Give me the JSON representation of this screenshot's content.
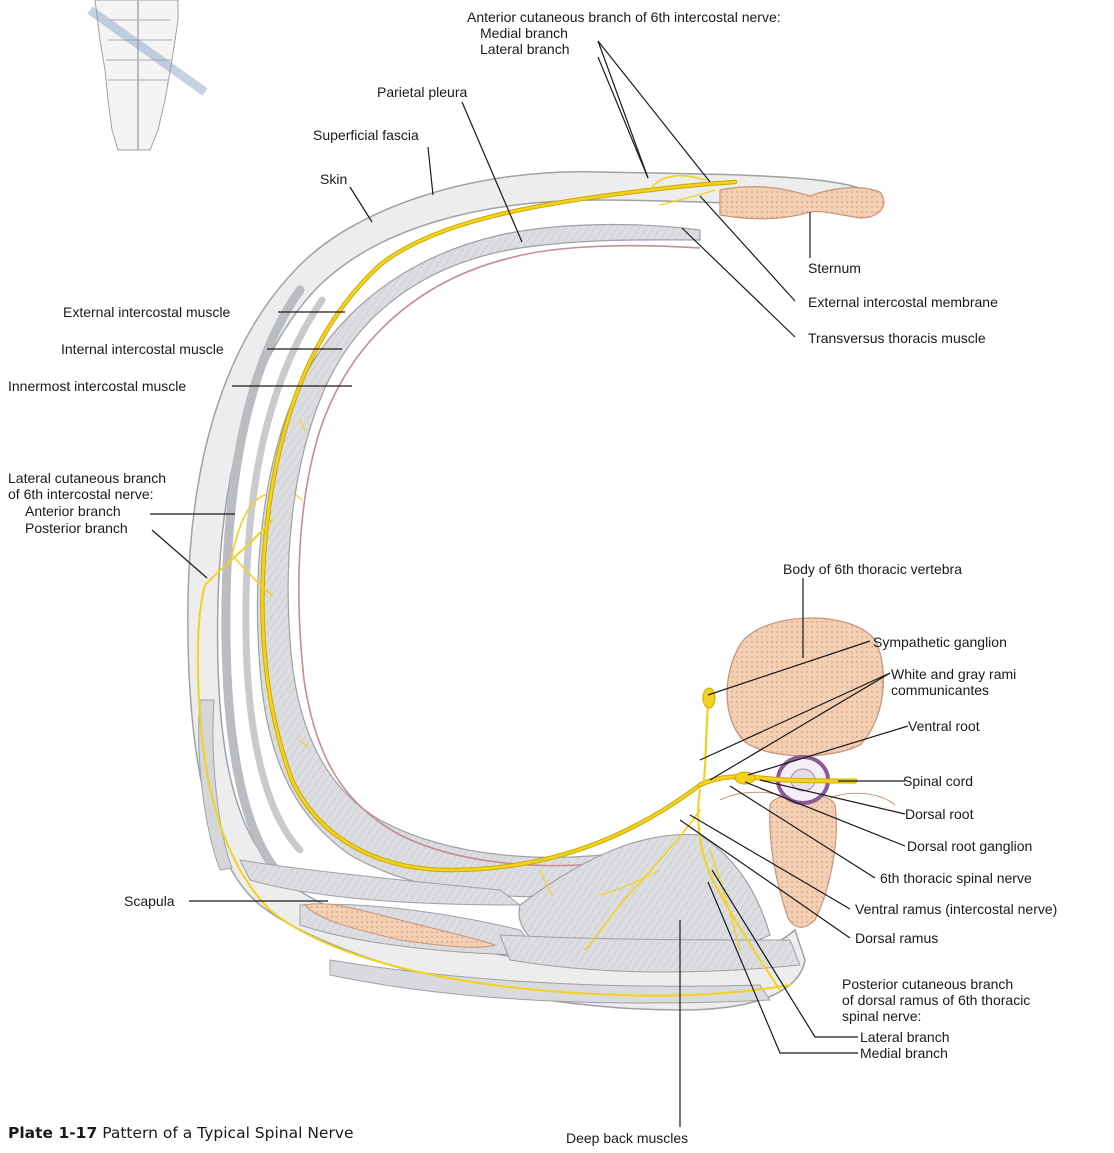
{
  "labels": {
    "ant_cut_title": "Anterior cutaneous branch of 6th intercostal nerve:",
    "ant_cut_medial": "Medial branch",
    "ant_cut_lateral": "Lateral branch",
    "parietal_pleura": "Parietal pleura",
    "superficial_fascia": "Superficial fascia",
    "skin": "Skin",
    "sternum": "Sternum",
    "ext_intercostal_membrane": "External intercostal membrane",
    "transversus_thoracis": "Transversus thoracis muscle",
    "ext_intercostal_muscle": "External intercostal muscle",
    "int_intercostal_muscle": "Internal intercostal muscle",
    "innermost_intercostal_muscle": "Innermost intercostal muscle",
    "lat_cut_title_1": "Lateral cutaneous branch",
    "lat_cut_title_2": "of 6th intercostal nerve:",
    "lat_cut_anterior": "Anterior branch",
    "lat_cut_posterior": "Posterior branch",
    "body_vertebra": "Body of 6th thoracic vertebra",
    "sympathetic_ganglion": "Sympathetic ganglion",
    "rami_1": "White and gray rami",
    "rami_2": "communicantes",
    "ventral_root": "Ventral root",
    "spinal_cord": "Spinal cord",
    "dorsal_root": "Dorsal root",
    "dorsal_root_ganglion": "Dorsal root ganglion",
    "thoracic_spinal_nerve": "6th thoracic spinal nerve",
    "ventral_ramus": "Ventral ramus (intercostal nerve)",
    "dorsal_ramus": "Dorsal ramus",
    "scapula": "Scapula",
    "post_cut_1": "Posterior cutaneous branch",
    "post_cut_2": "of dorsal ramus of 6th thoracic",
    "post_cut_3": "spinal nerve:",
    "post_cut_lateral": "Lateral branch",
    "post_cut_medial": "Medial branch",
    "deep_back_muscles": "Deep back muscles"
  },
  "caption": {
    "number": "Plate 1-17",
    "title": "Pattern of a Typical Spinal Nerve"
  },
  "colors": {
    "nerve": "#f2d21c",
    "nerve_edge": "#c9a800",
    "muscle": "#dcdde0",
    "muscle_edge": "#9ea1a6",
    "bone": "#f1c9ac",
    "bone_edge": "#c9957a",
    "pleura": "#c98a93",
    "leader": "#1a1a1a"
  }
}
